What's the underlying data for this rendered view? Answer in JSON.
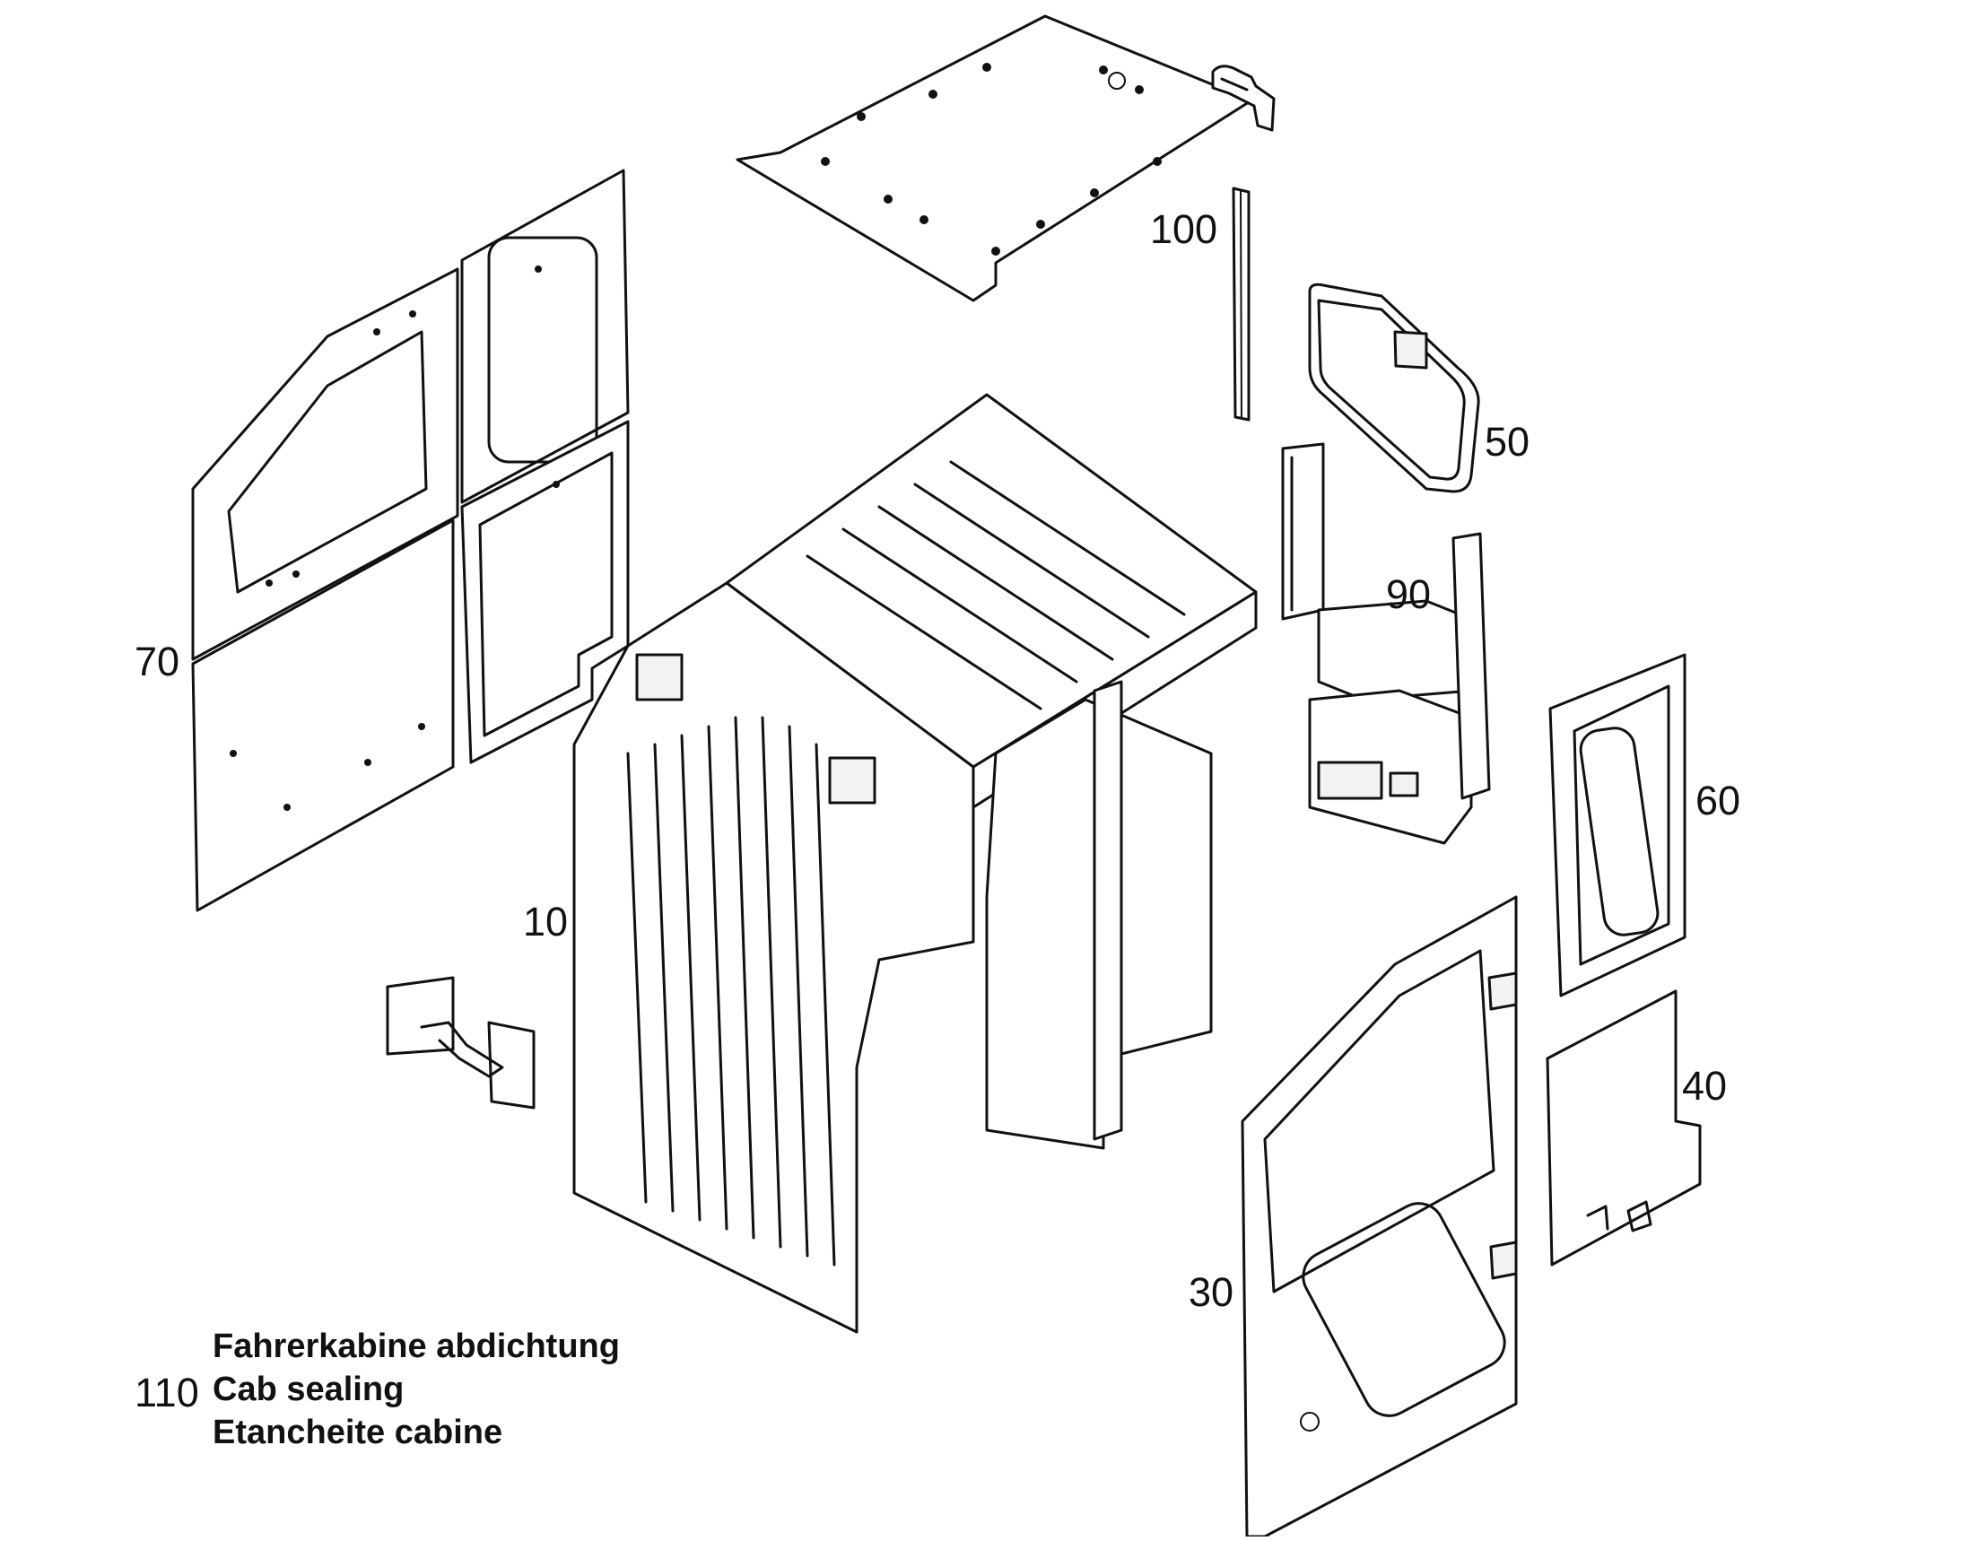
{
  "callouts": {
    "c100": "100",
    "c50": "50",
    "c90": "90",
    "c70": "70",
    "c10": "10",
    "c60": "60",
    "c40": "40",
    "c30": "30",
    "c110": "110"
  },
  "legend": {
    "de": "Fahrerkabine abdichtung",
    "en": "Cab sealing",
    "fr": "Etancheite cabine"
  },
  "colors": {
    "line": "#111111",
    "background": "#ffffff"
  }
}
